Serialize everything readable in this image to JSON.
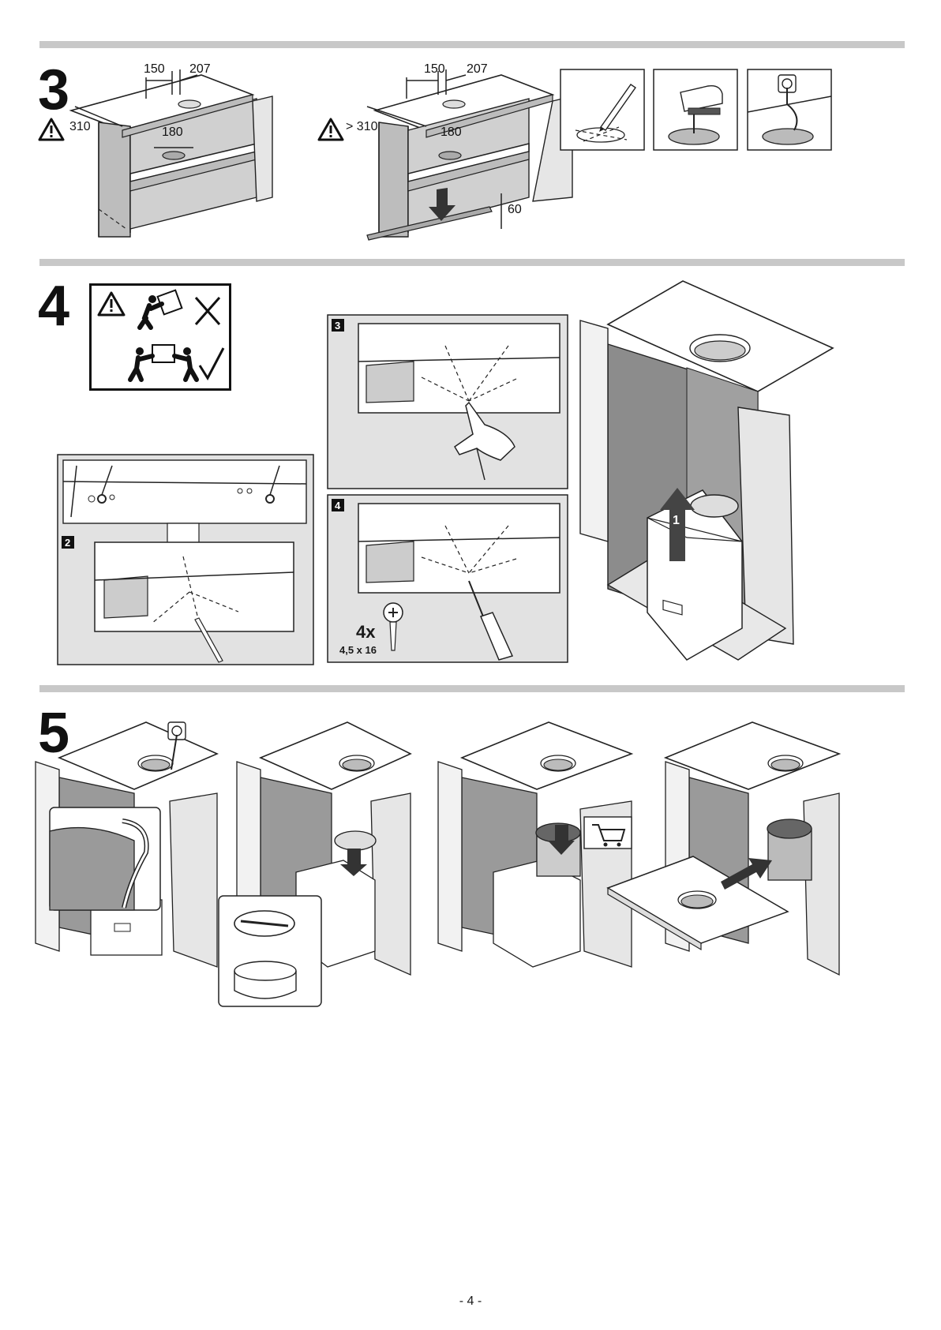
{
  "steps": {
    "s3": {
      "number": "3"
    },
    "s4": {
      "number": "4"
    },
    "s5": {
      "number": "5"
    }
  },
  "step3": {
    "left": {
      "dim_a": "150",
      "dim_b": "207",
      "dim_c": "180",
      "depth": "310"
    },
    "right": {
      "dim_a": "150",
      "dim_b": "207",
      "dim_c": "180",
      "depth": "> 310",
      "gap": "60"
    }
  },
  "step4": {
    "panel2": {
      "badge": "2"
    },
    "panel3": {
      "badge": "3"
    },
    "panel4": {
      "badge": "4",
      "screw_count": "4x",
      "screw_size": "4,5 x 16"
    },
    "arrow_label": "1"
  },
  "footer": {
    "page": "- 4 -"
  },
  "icons": [
    "warning-icon",
    "pencil-icon",
    "jigsaw-icon",
    "power-plug-icon",
    "shopping-cart-icon",
    "drill-icon",
    "screwdriver-icon",
    "screw-icon",
    "cross-mark-icon",
    "check-mark-icon"
  ]
}
